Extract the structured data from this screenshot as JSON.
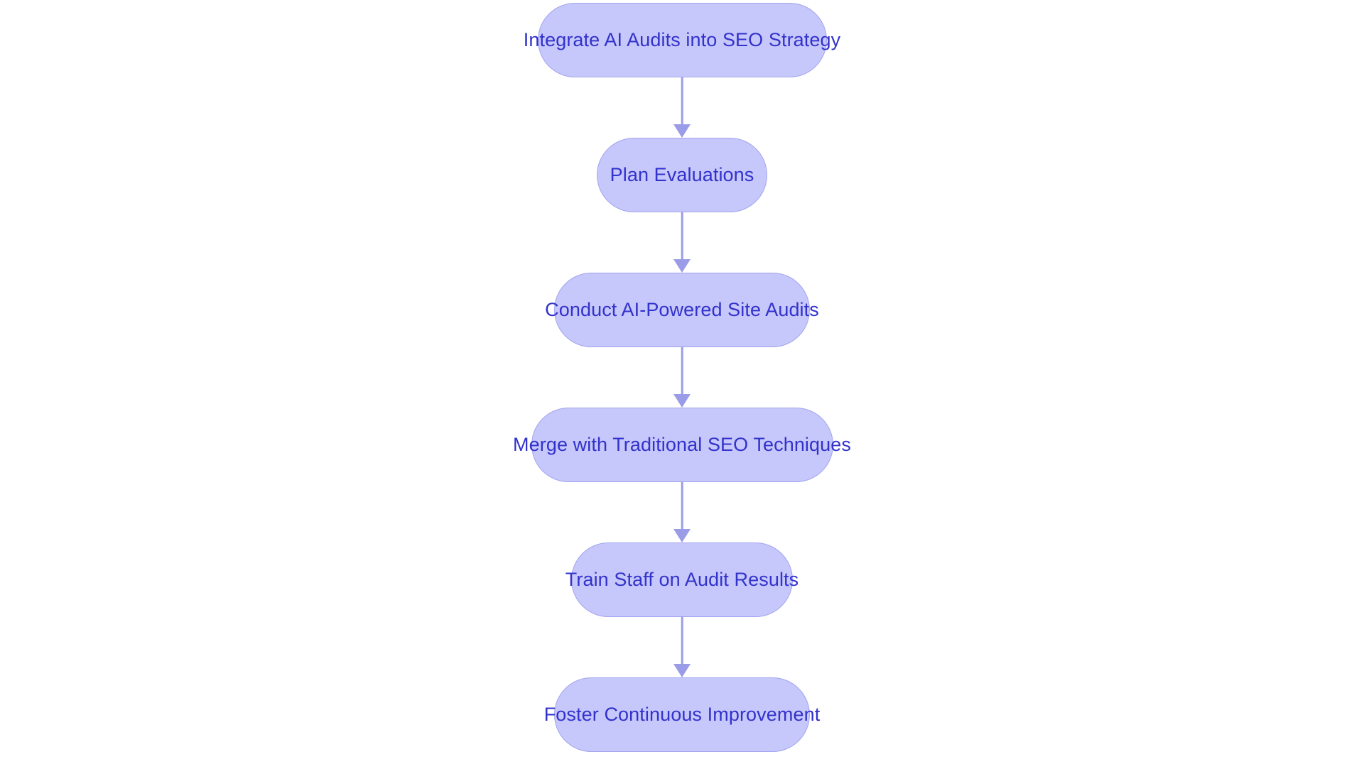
{
  "chart_data": {
    "type": "diagram",
    "diagram_type": "flowchart",
    "orientation": "top-to-bottom",
    "title": "",
    "nodes": [
      {
        "id": "n1",
        "label": "Integrate AI Audits into SEO Strategy",
        "shape": "stadium"
      },
      {
        "id": "n2",
        "label": "Plan Evaluations",
        "shape": "stadium"
      },
      {
        "id": "n3",
        "label": "Conduct AI-Powered Site Audits",
        "shape": "stadium"
      },
      {
        "id": "n4",
        "label": "Merge with Traditional SEO Techniques",
        "shape": "stadium"
      },
      {
        "id": "n5",
        "label": "Train Staff on Audit Results",
        "shape": "stadium"
      },
      {
        "id": "n6",
        "label": "Foster Continuous Improvement",
        "shape": "stadium"
      }
    ],
    "edges": [
      {
        "from": "n1",
        "to": "n2",
        "label": "",
        "arrow": "triangle"
      },
      {
        "from": "n2",
        "to": "n3",
        "label": "",
        "arrow": "triangle"
      },
      {
        "from": "n3",
        "to": "n4",
        "label": "",
        "arrow": "triangle"
      },
      {
        "from": "n4",
        "to": "n5",
        "label": "",
        "arrow": "triangle"
      },
      {
        "from": "n5",
        "to": "n6",
        "label": "",
        "arrow": "triangle"
      }
    ],
    "colors": {
      "background": "#ffffff",
      "node_fill": "#c6c7fa",
      "node_border": "#a3a5ef",
      "node_text": "#3232cc",
      "edge": "#9b9ce8"
    }
  },
  "flowchart": {
    "background_color": "#ffffff",
    "steps": [
      {
        "label": "Integrate AI Audits into SEO Strategy"
      },
      {
        "label": "Plan Evaluations"
      },
      {
        "label": "Conduct AI-Powered Site Audits"
      },
      {
        "label": "Merge with Traditional SEO Techniques"
      },
      {
        "label": "Train Staff on Audit Results"
      },
      {
        "label": "Foster Continuous Improvement"
      }
    ],
    "connectors": [
      {
        "name": "arrow-down-icon"
      },
      {
        "name": "arrow-down-icon"
      },
      {
        "name": "arrow-down-icon"
      },
      {
        "name": "arrow-down-icon"
      },
      {
        "name": "arrow-down-icon"
      }
    ]
  }
}
